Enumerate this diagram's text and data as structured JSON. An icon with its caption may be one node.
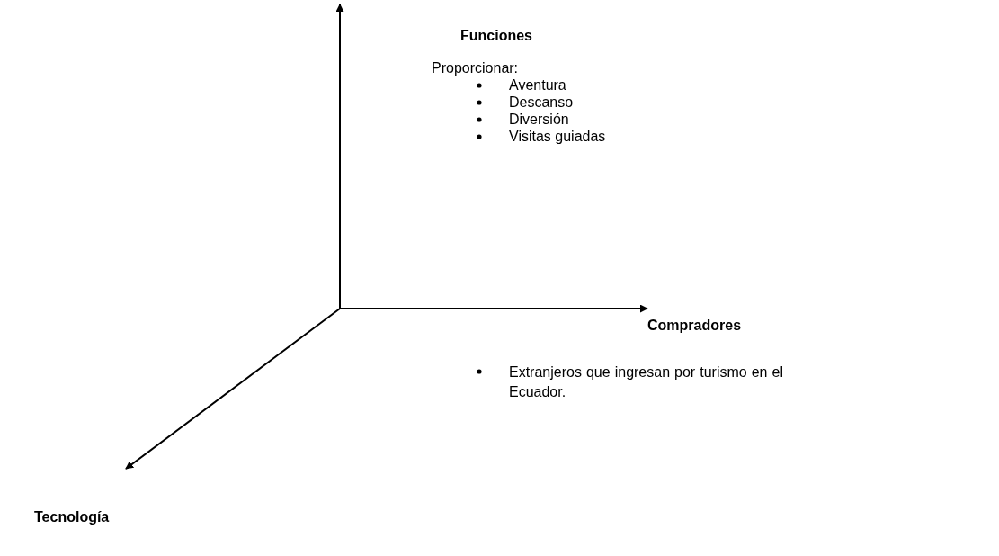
{
  "diagram": {
    "labels": [
      "Funciones",
      "Proporcionar:",
      "Aventura",
      "Descanso",
      "Diversión",
      "Visitas guiadas",
      "Compradores",
      "Extranjeros que ingresan por turismo en el Ecuador.",
      "Tecnología"
    ]
  }
}
